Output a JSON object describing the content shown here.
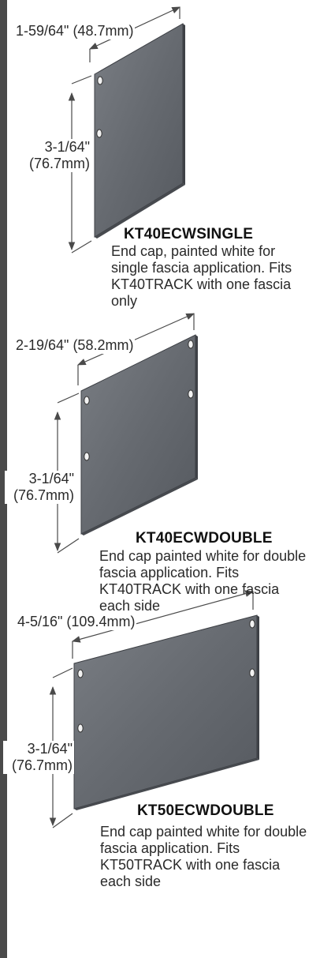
{
  "products": [
    {
      "width_label": "1-59/64\" (48.7mm)",
      "height_label_line1": "3-1/64\"",
      "height_label_line2": "(76.7mm)",
      "code": "KT40ECWSINGLE",
      "description": "End cap, painted white for single fascia application. Fits KT40TRACK with one fascia only"
    },
    {
      "width_label": "2-19/64\" (58.2mm)",
      "height_label_line1": "3-1/64\"",
      "height_label_line2": "(76.7mm)",
      "code": "KT40ECWDOUBLE",
      "description": "End cap painted white for double fascia application. Fits KT40TRACK with one fascia each side"
    },
    {
      "width_label": "4-5/16\" (109.4mm)",
      "height_label_line1": "3-1/64\"",
      "height_label_line2": "(76.7mm)",
      "code": "KT50ECWDOUBLE",
      "description": "End cap painted white for double fascia application. Fits KT50TRACK with one fascia each side"
    }
  ],
  "colors": {
    "sidebar": "#4a4a4a",
    "plate": "#6b6f75",
    "dimension_lines": "#4a4a4a"
  },
  "icons": [
    "end-cap-plate-icon",
    "mounting-hole-icon",
    "dimension-arrow-icon"
  ]
}
